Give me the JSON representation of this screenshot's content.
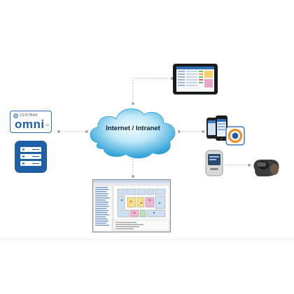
{
  "diagram": {
    "cloud_label": "Internet / Intranet",
    "logo": {
      "brand": "CENTRAK",
      "product": "omni",
      "trademark": "TM"
    },
    "icons": {
      "server": "server-icon",
      "tablet": "tablet-icon",
      "phones": "smartphone-icon",
      "badge": "target-badge-icon",
      "pager": "pager-icon",
      "tag": "handheld-tag-icon",
      "floorplan": "floor-plan-screenshot"
    },
    "colors": {
      "cloud_light": "#dff4fb",
      "cloud_mid": "#6fc8ea",
      "cloud_dark": "#1e95cf",
      "brand_blue": "#1f5fa8",
      "connector": "#b8b8b8",
      "badge_orange": "#f28a1c"
    }
  }
}
